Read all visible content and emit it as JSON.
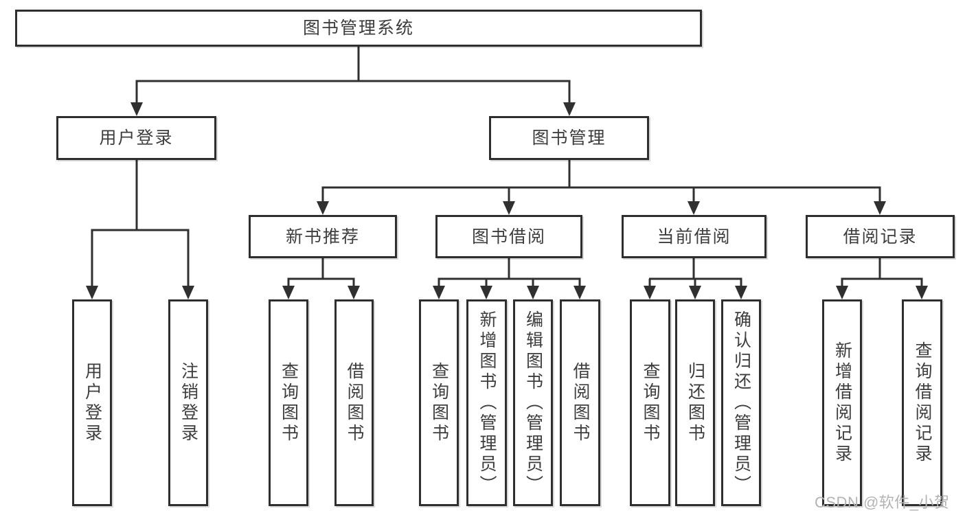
{
  "nodes": {
    "root": "图书管理系统",
    "userLogin": "用户登录",
    "bookMgmt": "图书管理",
    "newBooks": "新书推荐",
    "bookBorrow": "图书借阅",
    "currentBorrow": "当前借阅",
    "borrowRecords": "借阅记录",
    "leafUserLogin": "用户登录",
    "leafLogout": "注销登录",
    "leafNbQuery": "查询图书",
    "leafNbBorrow": "借阅图书",
    "leafBbQuery": "查询图书",
    "leafBbAdd": "新增图书（管理员）",
    "leafBbEdit": "编辑图书（管理员）",
    "leafBbBorrow": "借阅图书",
    "leafCbQuery": "查询图书",
    "leafCbReturn": "归还图书",
    "leafCbConfirm": "确认归还（管理员）",
    "leafBrAdd": "新增借阅记录",
    "leafBrQuery": "查询借阅记录"
  },
  "watermark": "CSDN @软件_小贺同学"
}
